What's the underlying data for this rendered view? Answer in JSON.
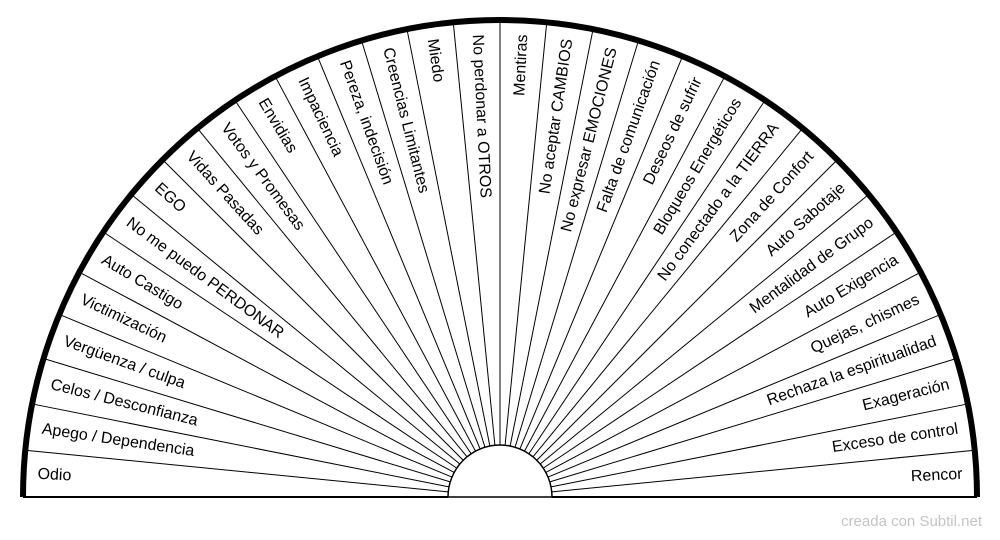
{
  "sectors": [
    "Odio",
    "Apego / Dependencia",
    "Celos / Desconfianza",
    "Vergüenza / culpa",
    "Victimización",
    "Auto Castigo",
    "No me puedo PERDONAR",
    "EGO",
    "Vidas Pasadas",
    "Votos y Promesas",
    "Envidias",
    "Impaciencia",
    "Pereza, indecisión",
    "Creencias Limitantes",
    "Miedo",
    "No perdonar a OTROS",
    "Mentiras",
    "No aceptar CAMBIOS",
    "No expresar EMOCIONES",
    "Falta de comunicación",
    "Deseos de sufrir",
    "Bloqueos Energéticos",
    "No conectado a la TIERRA",
    "Zona de Confort",
    "Auto Sabotaje",
    "Mentalidad de Grupo",
    "Auto Exigencia",
    "Quejas, chismes",
    "Rechaza la espiritualidad",
    "Exageración",
    "Exceso de control",
    "Rencor"
  ],
  "credit": "creada con Subtil.net",
  "colors": {
    "line": "#000000",
    "text": "#000000",
    "credit": "#c4c4c4",
    "background": "#ffffff"
  }
}
